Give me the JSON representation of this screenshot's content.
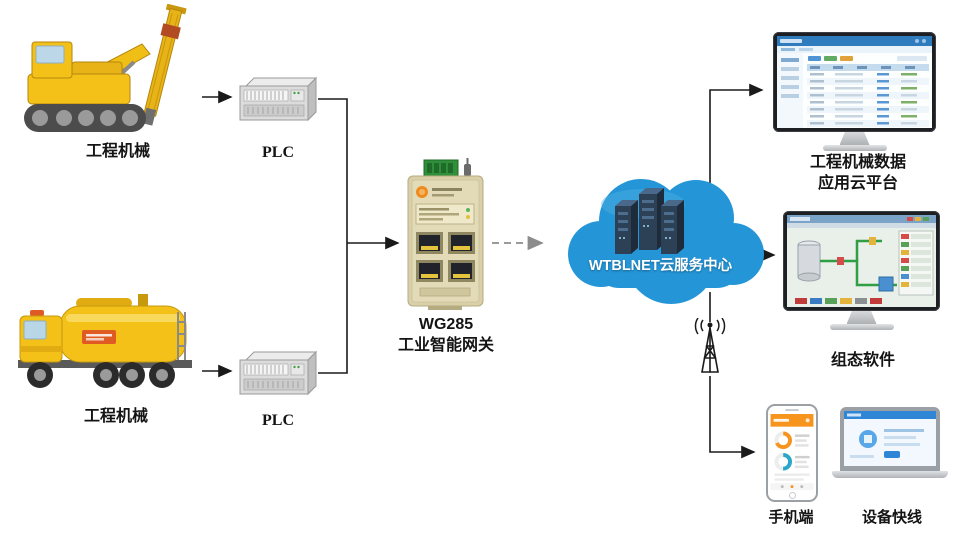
{
  "diagram": {
    "machine1": {
      "label": "工程机械"
    },
    "machine2": {
      "label": "工程机械"
    },
    "plc1": {
      "label": "PLC"
    },
    "plc2": {
      "label": "PLC"
    },
    "gateway": {
      "model": "WG285",
      "name": "工业智能网关"
    },
    "cloud": {
      "label": "WTBLNET云服务中心"
    },
    "cloud_platform": {
      "line1": "工程机械数据",
      "line2": "应用云平台"
    },
    "scada": {
      "label": "组态软件"
    },
    "mobile": {
      "label": "手机端"
    },
    "device_express": {
      "label": "设备快线"
    }
  },
  "icons": {
    "machine1": "drill-rig-icon",
    "machine2": "engineering-truck-icon",
    "plc": "plc-module-icon",
    "gateway": "industrial-gateway-icon",
    "cloud": "cloud-icon",
    "servers": "server-rack-icon",
    "monitor_top": "data-platform-monitor-icon",
    "monitor_mid": "scada-monitor-icon",
    "antenna": "wireless-antenna-icon",
    "phone": "smartphone-icon",
    "laptop": "laptop-icon"
  },
  "colors": {
    "cloud_blue": "#2496d8",
    "machine_yellow": "#f3c117",
    "gateway_beige": "#d9d0a9",
    "terminal_green": "#2f8f3a",
    "phone_orange": "#f7941d",
    "arrow_black": "#1a1a1a",
    "arrow_gray": "#8c8c8c"
  }
}
